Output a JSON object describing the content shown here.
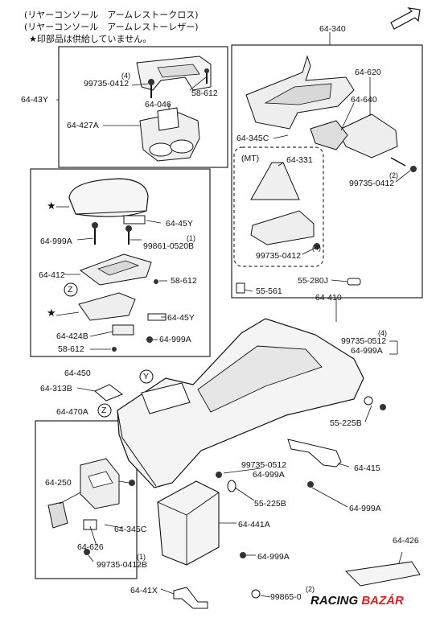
{
  "header": {
    "line1": "(リヤーコンソール　アームレストークロス)",
    "line2": "(リヤーコンソール　アームレストーレザー)",
    "note_star": "★",
    "note_text": "印部品は供給していません。"
  },
  "fwd": "FWD",
  "variant_mt": "(MT)",
  "variant_y": "Y",
  "variant_z": "Z",
  "star": "★",
  "qty": {
    "q4": "(4)",
    "q1": "(1)",
    "q2": "(2)"
  },
  "parts": {
    "p64_340": "64-340",
    "p64_620": "64-620",
    "p64_640": "64-640",
    "p64_345C": "64-345C",
    "p64_331": "64-331",
    "p99735_0412": "99735-0412",
    "p64_43Y": "64-43Y",
    "p58_612": "58-612",
    "p64_046": "64-046",
    "p64_427A": "64-427A",
    "p64_45Y": "64-45Y",
    "p64_999A": "64-999A",
    "p99861_0520B": "99861-0520B",
    "p64_412": "64-412",
    "p64_424B": "64-424B",
    "p55_280J": "55-280J",
    "p55_561": "55-561",
    "p64_410": "64-410",
    "p99735_0512": "99735-0512",
    "p64_450": "64-450",
    "p64_313B": "64-313B",
    "p55_225B": "55-225B",
    "p64_470A": "64-470A",
    "p64_250": "64-250",
    "p64_626": "64-626",
    "p99735_0412B": "99735-0412B",
    "p64_415": "64-415",
    "p64_441A": "64-441A",
    "p64_426": "64-426",
    "p64_41X": "64-41X",
    "p99865_0": "99865-0"
  },
  "watermark": {
    "part1": "RACING",
    "part2": "BAZÁR"
  }
}
